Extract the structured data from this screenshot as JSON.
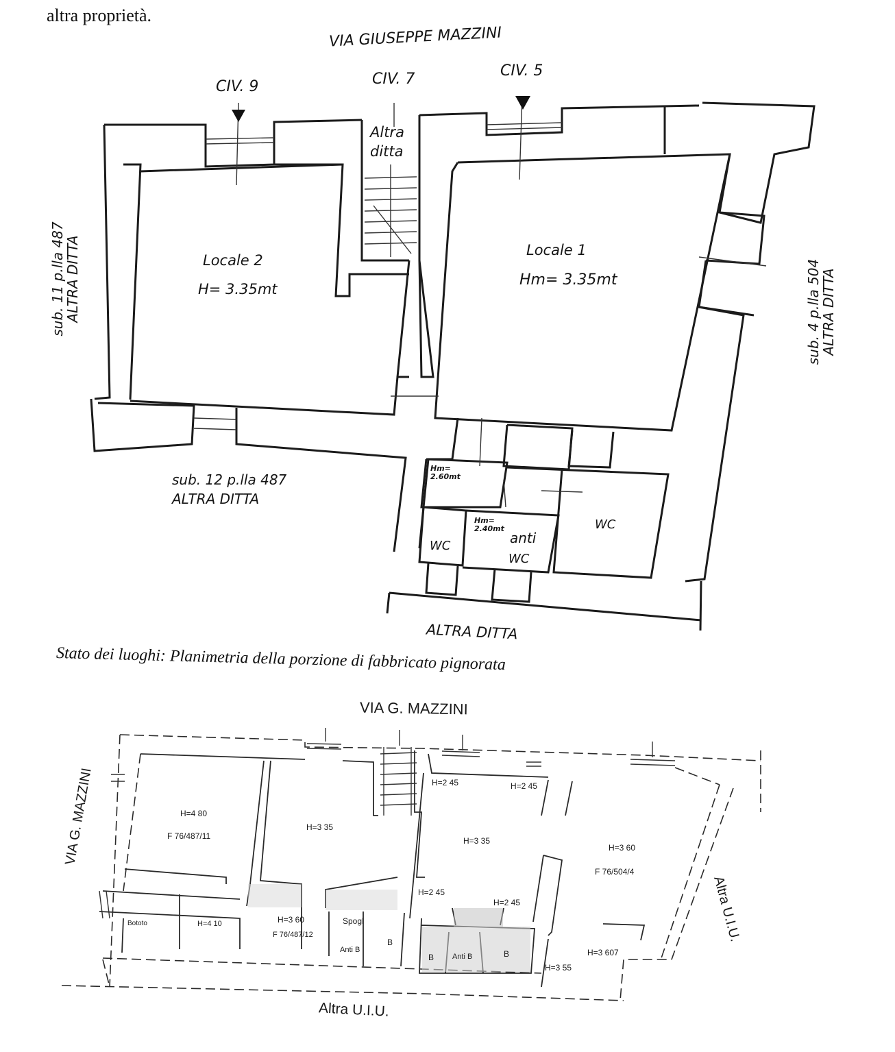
{
  "intro_text": "altra proprietà.",
  "plan1": {
    "street": "VIA GIUSEPPE MAZZINI",
    "civ9": "CIV. 9",
    "civ7": "CIV. 7",
    "civ5": "CIV. 5",
    "altra_ditta_top_l1": "Altra",
    "altra_ditta_top_l2": "ditta",
    "locale2_name": "Locale 2",
    "locale2_height": "H= 3.35mt",
    "locale1_name": "Locale 1",
    "locale1_height": "Hm= 3.35mt",
    "left_side_l1": "sub. 11 p.lla 487",
    "left_side_l2": "ALTRA DITTA",
    "right_side_l1": "sub. 4 p.lla 504",
    "right_side_l2": "ALTRA DITTA",
    "bottom_left_l1": "sub. 12 p.lla 487",
    "bottom_left_l2": "ALTRA DITTA",
    "small_room_h1_l1": "Hm=",
    "small_room_h1_l2": "2.60mt",
    "small_room_h2_l1": "Hm=",
    "small_room_h2_l2": "2.40mt",
    "wc_left": "WC",
    "anti_l1": "anti",
    "anti_l2": "WC",
    "wc_right": "WC",
    "bottom": "ALTRA DITTA",
    "caption": "Stato dei luoghi: Planimetria della porzione di fabbricato pignorata"
  },
  "plan2": {
    "street_top": "VIA G. MAZZINI",
    "street_left": "VIA G. MAZZINI",
    "right_side": "Altra U.I.U.",
    "bottom": "Altra U.I.U.",
    "h480": "H=4 80",
    "f11": "F 76/487/11",
    "h335a": "H=3 35",
    "h245a": "H=2 45",
    "h245b": "H=2 45",
    "h335b": "H=3 35",
    "h360": "H=3 60",
    "f504": "F 76/504/4",
    "h245c": "H=2 45",
    "h245d": "H=2 45",
    "bototo": "Bototo",
    "h410": "H=4 10",
    "h360b": "H=3 60",
    "f12": "F 76/487/12",
    "spogl": "Spogl",
    "antib1": "Anti B",
    "b1": "B",
    "b2": "B",
    "antib2": "Anti B",
    "b3": "B",
    "h355": "H=3 55",
    "h3607": "H=3 607"
  }
}
